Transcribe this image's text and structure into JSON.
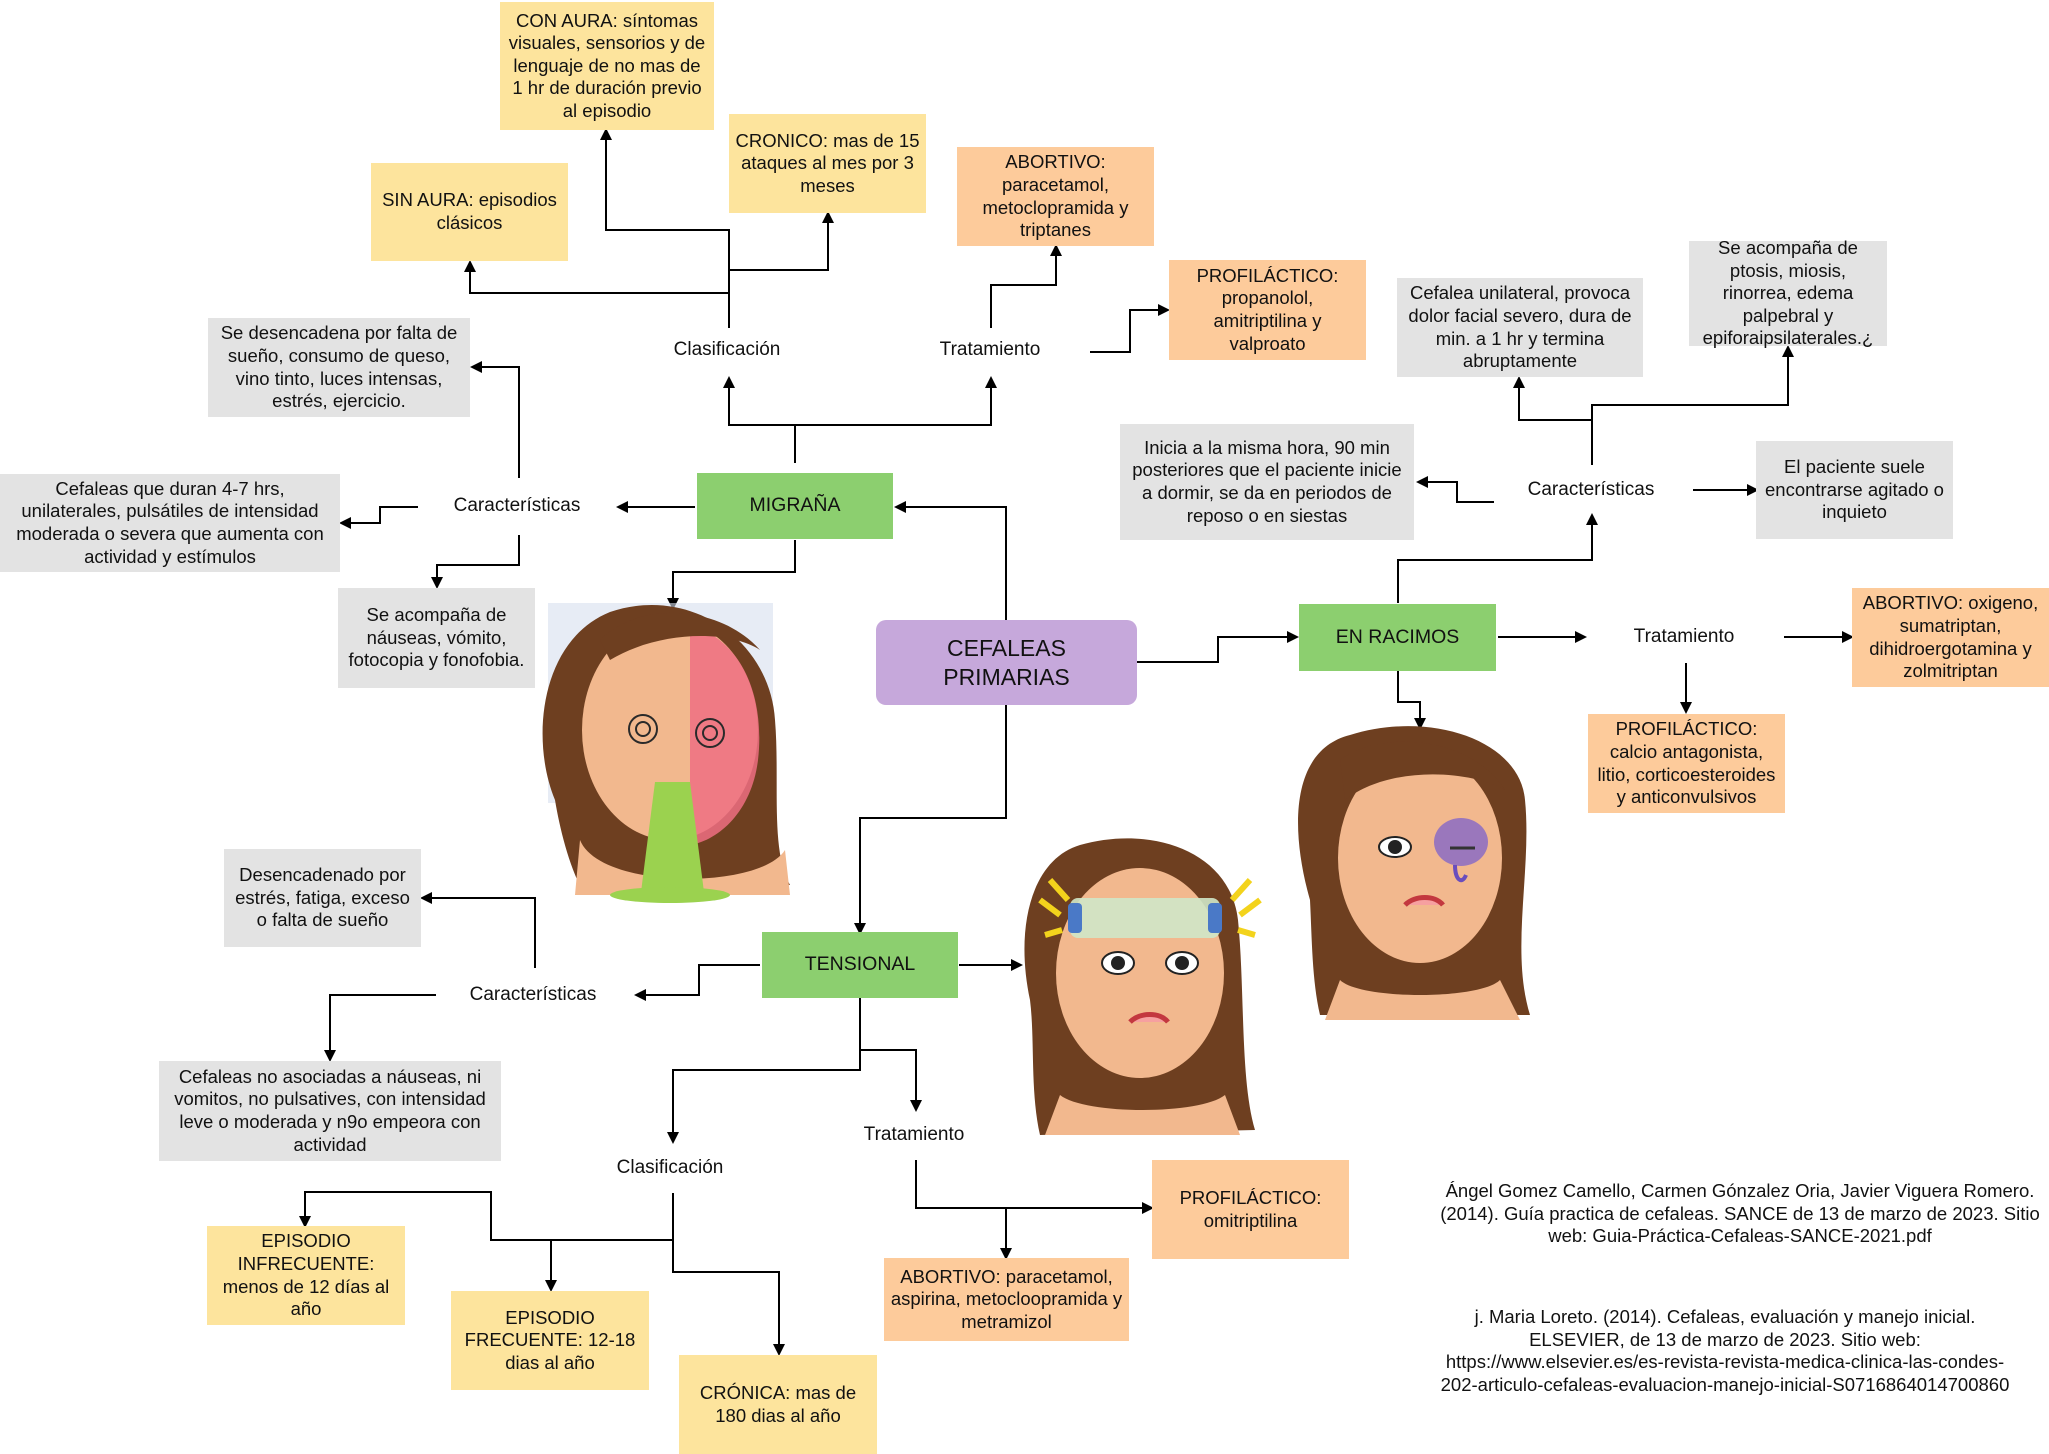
{
  "diagram": {
    "center": "CEFALEAS PRIMARIAS",
    "migrana": {
      "title": "MIGRAÑA",
      "clasificacion_label": "Clasificación",
      "tratamiento_label": "Tratamiento",
      "caracteristicas_label": "Características",
      "con_aura": "CON AURA: síntomas visuales, sensorios y de lenguaje de no mas de 1 hr de duración previo al episodio",
      "sin_aura": "SIN AURA:  episodios clásicos",
      "cronico": "CRONICO:  mas de 15 ataques al mes por 3 meses",
      "abortivo": "ABORTIVO: paracetamol, metoclopramida y triptanes",
      "profilactico": "PROFILÁCTICO: propanolol, amitriptilina y valproato",
      "desencadena": "Se desencadena por falta de sueño, consumo de queso, vino tinto, luces intensas, estrés, ejercicio.",
      "duracion": "Cefaleas que duran 4-7 hrs, unilaterales, pulsátiles de intensidad moderada o severa que aumenta con actividad y estímulos",
      "acompana": "Se acompaña de náuseas, vómito, fotocopia y fonofobia."
    },
    "racimos": {
      "title": "EN RACIMOS",
      "caracteristicas_label": "Características",
      "tratamiento_label": "Tratamiento",
      "unilateral": "Cefalea unilateral, provoca dolor facial severo, dura de min. a 1 hr y termina abruptamente",
      "acompana": "Se acompaña de ptosis, miosis, rinorrea, edema palpebral y epiforaipsilaterales.¿",
      "inicia": "Inicia a la misma hora, 90 min posteriores que el paciente inicie a dormir, se da en periodos de reposo o en siestas",
      "agitado": "El paciente suele encontrarse agitado o inquieto",
      "abortivo": "ABORTIVO: oxigeno, sumatriptan, dihidroergotamina y zolmitriptan",
      "profilactico": "PROFILÁCTICO: calcio antagonista, litio, corticoesteroides y anticonvulsivos"
    },
    "tensional": {
      "title": "TENSIONAL",
      "caracteristicas_label": "Características",
      "clasificacion_label": "Clasificación",
      "tratamiento_label": "Tratamiento",
      "desencadenado": "Desencadenado por estrés, fatiga, exceso o falta de sueño",
      "no_asociadas": "Cefaleas no asociadas a náuseas, ni vomitos, no pulsatives, con intensidad leve o moderada y n9o empeora con actividad",
      "infrecuente": "EPISODIO INFRECUENTE: menos de 12 días al año",
      "frecuente": "EPISODIO FRECUENTE: 12-18 dias al año",
      "cronica": "CRÓNICA: mas de 180 dias al año",
      "profilactico": "PROFILÁCTICO: omitriptilina",
      "abortivo": "ABORTIVO: paracetamol, aspirina, metocloopramida y metramizol"
    },
    "references": [
      "Ángel Gomez Camello, Carmen Gónzalez Oria, Javier Viguera Romero. (2014). Guía practica de cefaleas. SANCE de 13 de marzo de 2023. Sitio web: Guia-Práctica-Cefaleas-SANCE-2021.pdf",
      "j. Maria Loreto. (2014). Cefaleas, evaluación y manejo inicial. ELSEVIER, de 13 de marzo de 2023. Sitio web: https://www.elsevier.es/es-revista-revista-medica-clinica-las-condes-202-articulo-cefaleas-evaluacion-manejo-inicial-S0716864014700860"
    ],
    "colors": {
      "concept_yellow": "#fde49d",
      "concept_orange": "#fdcb9b",
      "concept_gray": "#e3e3e3",
      "type_green": "#8ccf6f",
      "center_purple": "#c6a8db"
    }
  }
}
